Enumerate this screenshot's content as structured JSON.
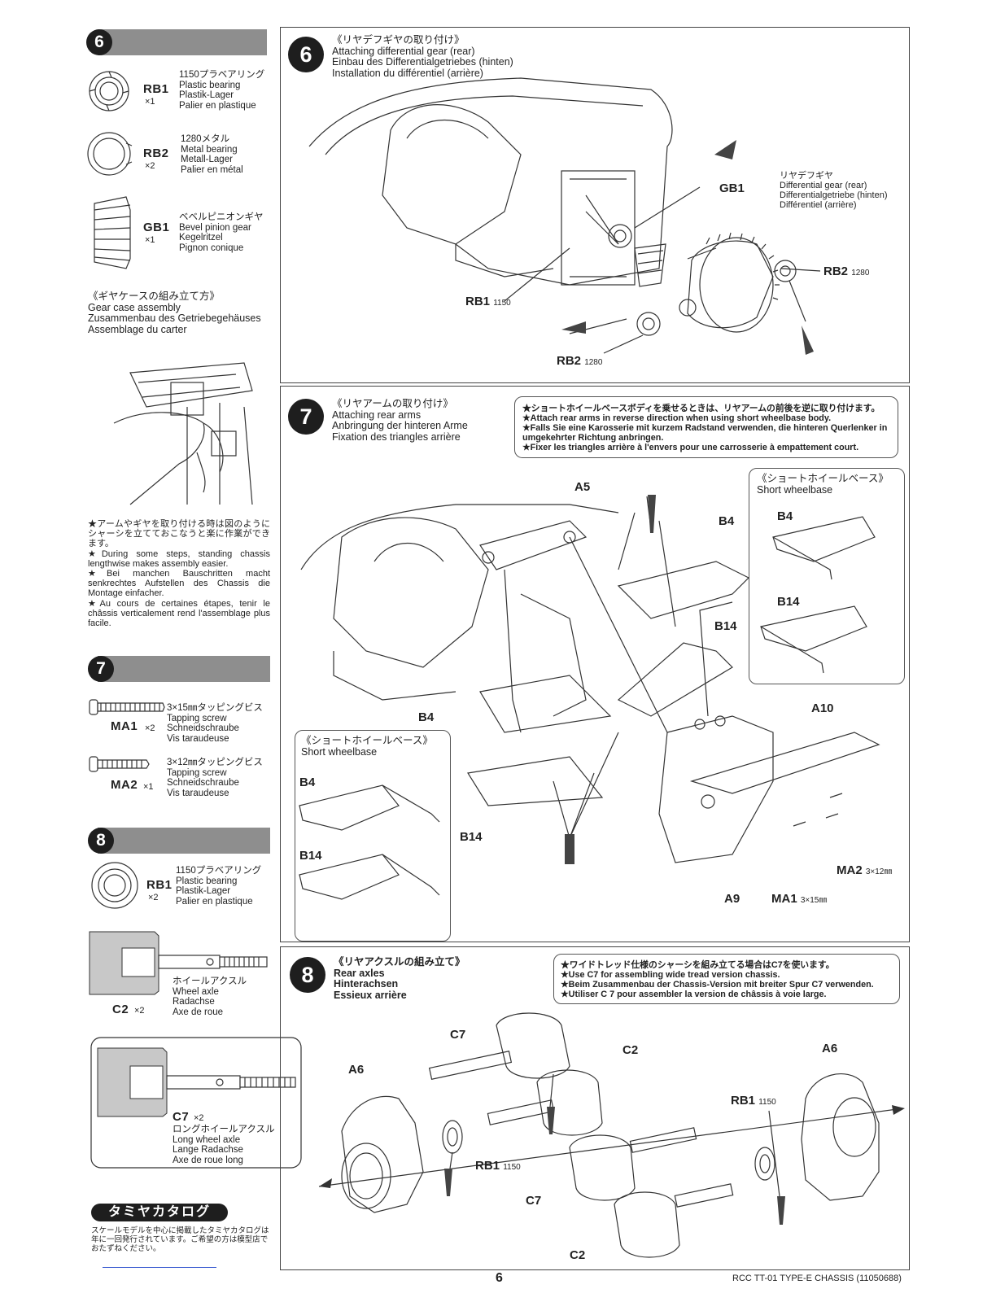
{
  "sidebar": {
    "step6": {
      "number": "6",
      "parts": [
        {
          "code": "RB1",
          "qty": "×1",
          "desc": "1150プラベアリング\nPlastic bearing\nPlastik-Lager\nPalier en plastique"
        },
        {
          "code": "RB2",
          "qty": "×2",
          "desc": "1280メタル\nMetal bearing\nMetall-Lager\nPalier en métal"
        },
        {
          "code": "GB1",
          "qty": "×1",
          "desc": "ベベルピニオンギヤ\nBevel pinion gear\nKegelritzel\nPignon conique"
        }
      ],
      "gearcase_title": "《ギヤケースの組み立て方》\nGear case assembly\nZusammenbau des Getriebegehäuses\nAssemblage du carter",
      "tip": "★アームやギヤを取り付ける時は図のようにシャーシを立てておこなうと楽に作業ができます。\n★During some steps, standing chassis lengthwise makes assembly easier.\n★Bei manchen Bauschritten macht senkrechtes Aufstellen des Chassis die Montage einfacher.\n★Au cours de certaines étapes, tenir le châssis verticalement rend l'assemblage plus facile."
    },
    "step7": {
      "number": "7",
      "parts": [
        {
          "code": "MA1",
          "qty": "×2",
          "desc": "3×15㎜タッピングビス\nTapping screw\nSchneidschraube\nVis taraudeuse"
        },
        {
          "code": "MA2",
          "qty": "×1",
          "desc": "3×12㎜タッピングビス\nTapping screw\nSchneidschraube\nVis taraudeuse"
        }
      ]
    },
    "step8": {
      "number": "8",
      "rb1": {
        "code": "RB1",
        "qty": "×2",
        "desc": "1150プラベアリング\nPlastic bearing\nPlastik-Lager\nPalier en plastique"
      },
      "c2": {
        "code": "C2",
        "qty": "×2",
        "desc": "ホイールアクスル\nWheel axle\nRadachse\nAxe de roue"
      },
      "c7": {
        "code": "C7",
        "qty": "×2",
        "desc": "ロングホイールアクスル\nLong wheel axle\nLange Radachse\nAxe de roue long"
      }
    },
    "catalog": {
      "title": "タミヤカタログ",
      "text": "スケールモデルを中心に掲載したタミヤカタログは年に一回発行されています。ご希望の方は模型店でおたずねください。"
    }
  },
  "panel6": {
    "number": "6",
    "title": "《リヤデフギヤの取り付け》\nAttaching differential gear (rear)\nEinbau des Differentialgetriebes (hinten)\nInstallation du différentiel (arrière)",
    "gear_note": "リヤデフギヤ\nDifferential gear (rear)\nDifferentialgetriebe (hinten)\nDifférentiel (arrière)",
    "labels": {
      "gb1": "GB1",
      "rb1": "RB1",
      "rb1_unit": "1150",
      "rb2a": "RB2",
      "rb2a_unit": "1280",
      "rb2b": "RB2",
      "rb2b_unit": "1280"
    }
  },
  "panel7": {
    "number": "7",
    "title": "《リヤアームの取り付け》\nAttaching rear arms\nAnbringung der hinteren Arme\nFixation des triangles arrière",
    "note": "★ショートホイールベースボディを乗せるときは、リヤアームの前後を逆に取り付けます。\n★Attach rear arms in reverse direction when using short wheelbase body.\n★Falls Sie eine Karosserie mit kurzem Radstand verwenden, die hinteren Querlenker in umgekehrter Richtung anbringen.\n★Fixer les triangles arrière à l'envers pour une carrosserie à empattement court.",
    "inset": {
      "title": "《ショートホイールベース》\nShort wheelbase",
      "b4": "B4",
      "b14": "B14"
    },
    "labels": {
      "a5": "A5",
      "b4": "B4",
      "b14": "B14",
      "b4b": "B4",
      "b14b": "B14",
      "a10": "A10",
      "a9": "A9",
      "ma1": "MA1",
      "ma1_unit": "3×15㎜",
      "ma2": "MA2",
      "ma2_unit": "3×12㎜"
    }
  },
  "panel8": {
    "number": "8",
    "title": "《リヤアクスルの組み立て》\nRear axles\nHinterachsen\nEssieux arrière",
    "note": "★ワイドトレッド仕様のシャーシを組み立てる場合はC7を使います。\n★Use C7 for assembling wide tread version chassis.\n★Beim Zusammenbau der Chassis-Version mit breiter Spur C7 verwenden.\n★Utiliser C 7 pour assembler la version de châssis à voie large.",
    "labels": {
      "c7a": "C7",
      "c2a": "C2",
      "a6a": "A6",
      "a6b": "A6",
      "rb1a": "RB1",
      "rb1a_unit": "1150",
      "rb1b": "RB1",
      "rb1b_unit": "1150",
      "c7b": "C7",
      "c2b": "C2"
    }
  },
  "footer": {
    "page": "6",
    "model": "RCC TT-01 TYPE-E CHASSIS (11050688)"
  }
}
